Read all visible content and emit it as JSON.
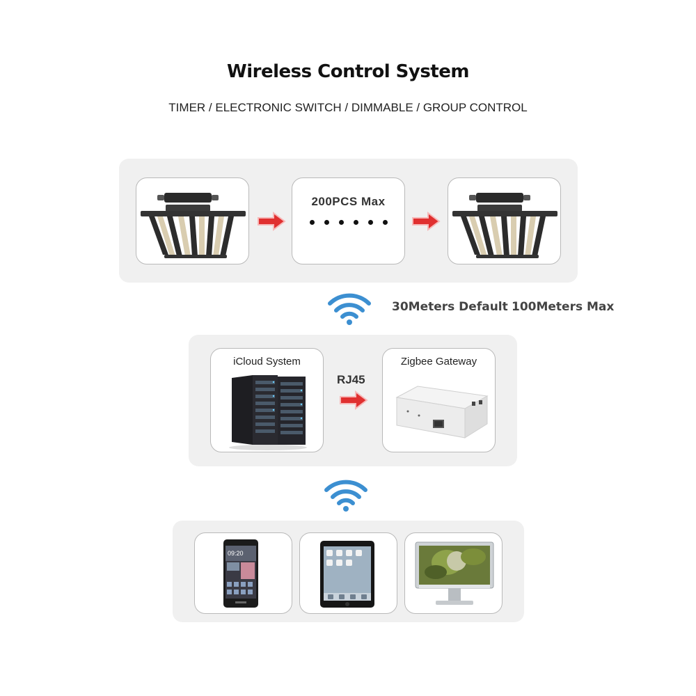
{
  "header": {
    "title": "Wireless Control System",
    "subtitle": "TIMER / ELECTRONIC SWITCH / DIMMABLE / GROUP CONTROL"
  },
  "lights_row": {
    "max_label": "200PCS  Max",
    "dot_count": 6
  },
  "range": {
    "default_label": "30Meters Default",
    "max_label": "100Meters Max"
  },
  "gateway_row": {
    "cloud_label": "iCloud System",
    "connector_label": "RJ45",
    "gateway_label": "Zigbee Gateway"
  },
  "phone": {
    "clock": "09:20"
  },
  "colors": {
    "panel_bg": "#f0f0f0",
    "wifi_blue": "#3c8fd1",
    "arrow_red": "#e03030"
  }
}
